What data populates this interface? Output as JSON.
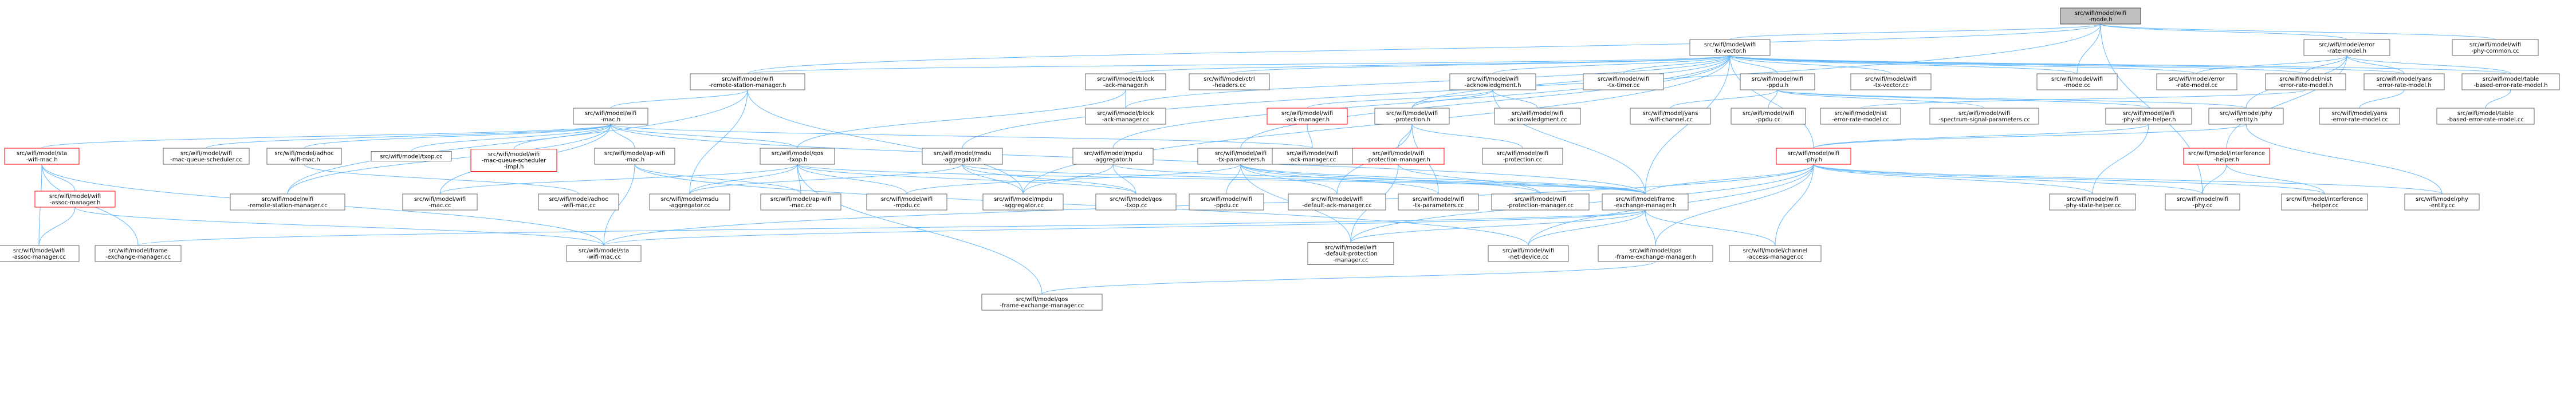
{
  "graph": {
    "edge_color": "#63b8ff",
    "root_fill": "#bfbfbf",
    "highlight_border": "#ff0000",
    "nodes": [
      {
        "id": "mode_h",
        "lines": [
          "src/wifi/model/wifi",
          "-mode.h"
        ],
        "style": "root"
      },
      {
        "id": "txvector_h",
        "lines": [
          "src/wifi/model/wifi",
          "-tx-vector.h"
        ]
      },
      {
        "id": "errrate_h",
        "lines": [
          "src/wifi/model/error",
          "-rate-model.h"
        ]
      },
      {
        "id": "phycommon_cc",
        "lines": [
          "src/wifi/model/wifi",
          "-phy-common.cc"
        ]
      },
      {
        "id": "rsm_h",
        "lines": [
          "src/wifi/model/wifi",
          "-remote-station-manager.h"
        ]
      },
      {
        "id": "blockack_h",
        "lines": [
          "src/wifi/model/block",
          "-ack-manager.h"
        ]
      },
      {
        "id": "ctrlhdr_cc",
        "lines": [
          "src/wifi/model/ctrl",
          "-headers.cc"
        ]
      },
      {
        "id": "ack_h",
        "lines": [
          "src/wifi/model/wifi",
          "-acknowledgment.h"
        ]
      },
      {
        "id": "timer_cc",
        "lines": [
          "src/wifi/model/wifi",
          "-tx-timer.cc"
        ]
      },
      {
        "id": "ppdu_h",
        "lines": [
          "src/wifi/model/wifi",
          "-ppdu.h"
        ]
      },
      {
        "id": "txvector_cc",
        "lines": [
          "src/wifi/model/wifi",
          "-tx-vector.cc"
        ]
      },
      {
        "id": "mode_cc",
        "lines": [
          "src/wifi/model/wifi",
          "-mode.cc"
        ]
      },
      {
        "id": "errrate_cc",
        "lines": [
          "src/wifi/model/error",
          "-rate-model.cc"
        ]
      },
      {
        "id": "nist_h",
        "lines": [
          "src/wifi/model/nist",
          "-error-rate-model.h"
        ]
      },
      {
        "id": "yanserr_h",
        "lines": [
          "src/wifi/model/yans",
          "-error-rate-model.h"
        ]
      },
      {
        "id": "table_h",
        "lines": [
          "src/wifi/model/table",
          "-based-error-rate-model.h"
        ]
      },
      {
        "id": "mac_h",
        "lines": [
          "src/wifi/model/wifi",
          "-mac.h"
        ]
      },
      {
        "id": "blockack_cc",
        "lines": [
          "src/wifi/model/block",
          "-ack-manager.cc"
        ]
      },
      {
        "id": "ackmgr_h",
        "lines": [
          "src/wifi/model/wifi",
          "-ack-manager.h"
        ],
        "style": "red"
      },
      {
        "id": "prot_h",
        "lines": [
          "src/wifi/model/wifi",
          "-protection.h"
        ]
      },
      {
        "id": "ack_cc",
        "lines": [
          "src/wifi/model/wifi",
          "-acknowledgment.cc"
        ]
      },
      {
        "id": "yanschan_cc",
        "lines": [
          "src/wifi/model/yans",
          "-wifi-channel.cc"
        ]
      },
      {
        "id": "ppdu_cc",
        "lines": [
          "src/wifi/model/wifi",
          "-ppdu.cc"
        ]
      },
      {
        "id": "nist_cc",
        "lines": [
          "src/wifi/model/nist",
          "-error-rate-model.cc"
        ]
      },
      {
        "id": "spectrum_cc",
        "lines": [
          "src/wifi/model/wifi",
          "-spectrum-signal-parameters.cc"
        ]
      },
      {
        "id": "psh_h",
        "lines": [
          "src/wifi/model/wifi",
          "-phy-state-helper.h"
        ]
      },
      {
        "id": "phyent_h",
        "lines": [
          "src/wifi/model/phy",
          "-entity.h"
        ]
      },
      {
        "id": "yanserr_cc",
        "lines": [
          "src/wifi/model/yans",
          "-error-rate-model.cc"
        ]
      },
      {
        "id": "table_cc",
        "lines": [
          "src/wifi/model/table",
          "-based-error-rate-model.cc"
        ]
      },
      {
        "id": "stamac_h",
        "lines": [
          "src/wifi/model/sta",
          "-wifi-mac.h"
        ],
        "style": "red"
      },
      {
        "id": "mqs_cc",
        "lines": [
          "src/wifi/model/wifi",
          "-mac-queue-scheduler.cc"
        ]
      },
      {
        "id": "adhoc_h",
        "lines": [
          "src/wifi/model/adhoc",
          "-wifi-mac.h"
        ]
      },
      {
        "id": "txop_cc",
        "lines": [
          "src/wifi/model/txop.cc"
        ]
      },
      {
        "id": "mqsi_h",
        "lines": [
          "src/wifi/model/wifi",
          "-mac-queue-scheduler",
          "-impl.h"
        ],
        "style": "red"
      },
      {
        "id": "apmac_h",
        "lines": [
          "src/wifi/model/ap-wifi",
          "-mac.h"
        ]
      },
      {
        "id": "qostxop_h",
        "lines": [
          "src/wifi/model/qos",
          "-txop.h"
        ]
      },
      {
        "id": "msdu_h",
        "lines": [
          "src/wifi/model/msdu",
          "-aggregator.h"
        ]
      },
      {
        "id": "mpdu_h",
        "lines": [
          "src/wifi/model/mpdu",
          "-aggregator.h"
        ]
      },
      {
        "id": "txparam_h",
        "lines": [
          "src/wifi/model/wifi",
          "-tx-parameters.h"
        ]
      },
      {
        "id": "protmgr_h",
        "lines": [
          "src/wifi/model/wifi",
          "-protection-manager.h"
        ],
        "style": "red"
      },
      {
        "id": "prot_cc",
        "lines": [
          "src/wifi/model/wifi",
          "-protection.cc"
        ]
      },
      {
        "id": "ackmgr_cc",
        "lines": [
          "src/wifi/model/wifi",
          "-ack-manager.cc"
        ]
      },
      {
        "id": "phy_h",
        "lines": [
          "src/wifi/model/wifi",
          "-phy.h"
        ],
        "style": "red"
      },
      {
        "id": "ihelper_h",
        "lines": [
          "src/wifi/model/interference",
          "-helper.h"
        ],
        "style": "red"
      },
      {
        "id": "assoc_h",
        "lines": [
          "src/wifi/model/wifi",
          "-assoc-manager.h"
        ],
        "style": "red"
      },
      {
        "id": "rsm_cc",
        "lines": [
          "src/wifi/model/wifi",
          "-remote-station-manager.cc"
        ]
      },
      {
        "id": "mac_cc",
        "lines": [
          "src/wifi/model/wifi",
          "-mac.cc"
        ]
      },
      {
        "id": "adhoc_cc",
        "lines": [
          "src/wifi/model/adhoc",
          "-wifi-mac.cc"
        ]
      },
      {
        "id": "msdu_cc",
        "lines": [
          "src/wifi/model/msdu",
          "-aggregator.cc"
        ]
      },
      {
        "id": "apmac_cc",
        "lines": [
          "src/wifi/model/ap-wifi",
          "-mac.cc"
        ]
      },
      {
        "id": "mpdu_cc",
        "lines": [
          "src/wifi/model/wifi",
          "-mpdu.cc"
        ]
      },
      {
        "id": "mpduagg_cc",
        "lines": [
          "src/wifi/model/mpdu",
          "-aggregator.cc"
        ]
      },
      {
        "id": "qostxop_cc",
        "lines": [
          "src/wifi/model/qos",
          "-txop.cc"
        ]
      },
      {
        "id": "ppdu2_cc",
        "lines": [
          "src/wifi/model/wifi",
          "-ppdu.cc"
        ]
      },
      {
        "id": "dam_cc",
        "lines": [
          "src/wifi/model/wifi",
          "-default-ack-manager.cc"
        ]
      },
      {
        "id": "txparam_cc",
        "lines": [
          "src/wifi/model/wifi",
          "-tx-parameters.cc"
        ]
      },
      {
        "id": "protmgr_cc",
        "lines": [
          "src/wifi/model/wifi",
          "-protection-manager.cc"
        ]
      },
      {
        "id": "fem_h",
        "lines": [
          "src/wifi/model/frame",
          "-exchange-manager.h"
        ]
      },
      {
        "id": "psh_cc",
        "lines": [
          "src/wifi/model/wifi",
          "-phy-state-helper.cc"
        ]
      },
      {
        "id": "phy_cc",
        "lines": [
          "src/wifi/model/wifi",
          "-phy.cc"
        ]
      },
      {
        "id": "ihelper_cc",
        "lines": [
          "src/wifi/model/interference",
          "-helper.cc"
        ]
      },
      {
        "id": "phyent_cc",
        "lines": [
          "src/wifi/model/phy",
          "-entity.cc"
        ]
      },
      {
        "id": "assoc_cc",
        "lines": [
          "src/wifi/model/wifi",
          "-assoc-manager.cc"
        ]
      },
      {
        "id": "fem_cc",
        "lines": [
          "src/wifi/model/frame",
          "-exchange-manager.cc"
        ]
      },
      {
        "id": "stamac_cc",
        "lines": [
          "src/wifi/model/sta",
          "-wifi-mac.cc"
        ]
      },
      {
        "id": "dpm_cc",
        "lines": [
          "src/wifi/model/wifi",
          "-default-protection",
          "-manager.cc"
        ]
      },
      {
        "id": "netdev_cc",
        "lines": [
          "src/wifi/model/wifi",
          "-net-device.cc"
        ]
      },
      {
        "id": "qosfem_h",
        "lines": [
          "src/wifi/model/qos",
          "-frame-exchange-manager.h"
        ]
      },
      {
        "id": "chan_cc",
        "lines": [
          "src/wifi/model/channel",
          "-access-manager.cc"
        ]
      },
      {
        "id": "qosfem_cc",
        "lines": [
          "src/wifi/model/qos",
          "-frame-exchange-manager.cc"
        ]
      }
    ]
  }
}
